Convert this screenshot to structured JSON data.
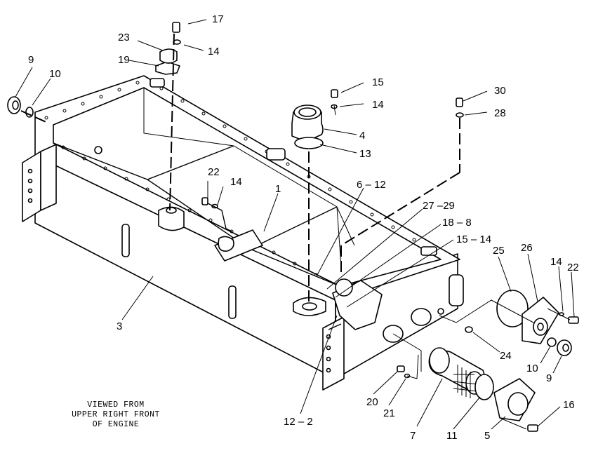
{
  "caption": [
    "VIEWED FROM",
    "UPPER RIGHT FRONT",
    "OF ENGINE"
  ],
  "callouts": [
    {
      "id": "c17",
      "text": "17"
    },
    {
      "id": "c23",
      "text": "23"
    },
    {
      "id": "c14a",
      "text": "14"
    },
    {
      "id": "c19",
      "text": "19"
    },
    {
      "id": "c9a",
      "text": "9"
    },
    {
      "id": "c10a",
      "text": "10"
    },
    {
      "id": "c15",
      "text": "15"
    },
    {
      "id": "c14b",
      "text": "14"
    },
    {
      "id": "c30",
      "text": "30"
    },
    {
      "id": "c28",
      "text": "28"
    },
    {
      "id": "c4",
      "text": "4"
    },
    {
      "id": "c13",
      "text": "13"
    },
    {
      "id": "c22a",
      "text": "22"
    },
    {
      "id": "c14c",
      "text": "14"
    },
    {
      "id": "c1",
      "text": "1"
    },
    {
      "id": "c612",
      "text": "6 – 12"
    },
    {
      "id": "c2729",
      "text": "27 –29"
    },
    {
      "id": "c188",
      "text": "18 – 8"
    },
    {
      "id": "c1514",
      "text": "15 – 14"
    },
    {
      "id": "c25",
      "text": "25"
    },
    {
      "id": "c26",
      "text": "26"
    },
    {
      "id": "c14d",
      "text": "14"
    },
    {
      "id": "c22b",
      "text": "22"
    },
    {
      "id": "c3",
      "text": "3"
    },
    {
      "id": "c24",
      "text": "24"
    },
    {
      "id": "c10b",
      "text": "10"
    },
    {
      "id": "c9b",
      "text": "9"
    },
    {
      "id": "c20",
      "text": "20"
    },
    {
      "id": "c21",
      "text": "21"
    },
    {
      "id": "c16",
      "text": "16"
    },
    {
      "id": "c122",
      "text": "12 – 2"
    },
    {
      "id": "c7",
      "text": "7"
    },
    {
      "id": "c11",
      "text": "11"
    },
    {
      "id": "c5",
      "text": "5"
    }
  ]
}
